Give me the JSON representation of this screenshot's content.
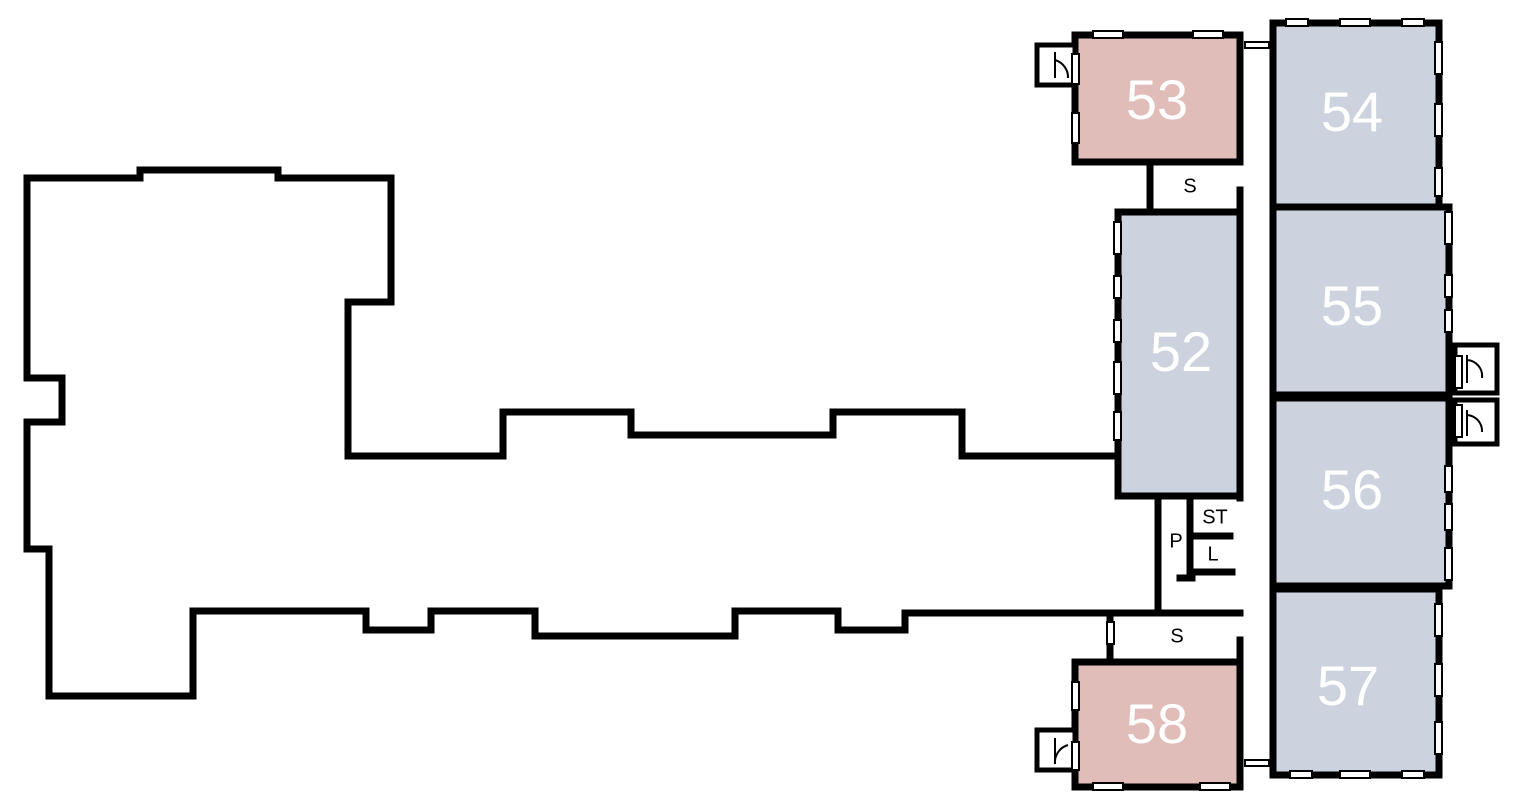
{
  "colors": {
    "wall": "#000000",
    "classroom_blue": "#ccd2de",
    "classroom_pink": "#e0bdb9",
    "label": "#ffffff"
  },
  "rooms": {
    "r52": {
      "label": "52",
      "fill": "classroom_blue"
    },
    "r53": {
      "label": "53",
      "fill": "classroom_pink"
    },
    "r54": {
      "label": "54",
      "fill": "classroom_blue"
    },
    "r55": {
      "label": "55",
      "fill": "classroom_blue"
    },
    "r56": {
      "label": "56",
      "fill": "classroom_blue"
    },
    "r57": {
      "label": "57",
      "fill": "classroom_blue"
    },
    "r58": {
      "label": "58",
      "fill": "classroom_pink"
    }
  },
  "utility_labels": {
    "stair_top": "S",
    "stair_bottom": "S",
    "storage": "ST",
    "plant": "P",
    "lift": "L"
  }
}
